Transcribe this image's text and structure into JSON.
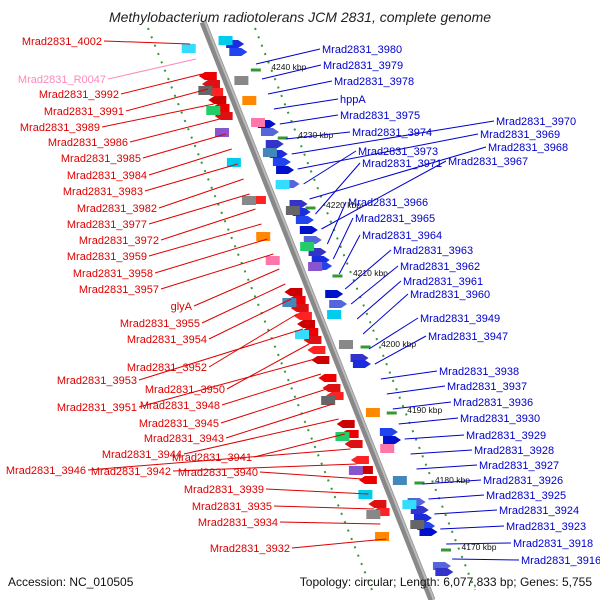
{
  "title": "Methylobacterium radiotolerans JCM 2831, complete genome",
  "footer": {
    "accession": "Accession: NC_010505",
    "summary": "Topology: circular; Length: 6,077,833 bp; Genes: 5,755"
  },
  "colors": {
    "forward_label": "#0000cc",
    "reverse_label": "#dd0000",
    "rna_label": "#ff88bb",
    "strand_line": "#888888",
    "ruler": "#339933"
  },
  "ruler_ticks": [
    "4240 kbp",
    "4230 kbp",
    "4220 kbp",
    "4210 kbp",
    "4200 kbp",
    "4190 kbp",
    "4180 kbp",
    "4170 kbp"
  ],
  "left_labels": [
    "Mrad2831_4002",
    "Mrad2831_R0047",
    "Mrad2831_3992",
    "Mrad2831_3991",
    "Mrad2831_3989",
    "Mrad2831_3986",
    "Mrad2831_3985",
    "Mrad2831_3984",
    "Mrad2831_3983",
    "Mrad2831_3982",
    "Mrad2831_3977",
    "Mrad2831_3972",
    "Mrad2831_3959",
    "Mrad2831_3958",
    "Mrad2831_3957",
    "glyA",
    "Mrad2831_3955",
    "Mrad2831_3954",
    "Mrad2831_3952",
    "Mrad2831_3953",
    "Mrad2831_3950",
    "Mrad2831_3951",
    "Mrad2831_3948",
    "Mrad2831_3945",
    "Mrad2831_3943",
    "Mrad2831_3944",
    "Mrad2831_3941",
    "Mrad2831_3946",
    "Mrad2831_3942",
    "Mrad2831_3940",
    "Mrad2831_3939",
    "Mrad2831_3935",
    "Mrad2831_3934",
    "Mrad2831_3932"
  ],
  "right_labels": [
    "Mrad2831_3980",
    "Mrad2831_3979",
    "Mrad2831_3978",
    "hppA",
    "Mrad2831_3975",
    "Mrad2831_3974",
    "Mrad2831_3970",
    "Mrad2831_3969",
    "Mrad2831_3973",
    "Mrad2831_3968",
    "Mrad2831_3971",
    "Mrad2831_3967",
    "Mrad2831_3966",
    "Mrad2831_3965",
    "Mrad2831_3964",
    "Mrad2831_3963",
    "Mrad2831_3962",
    "Mrad2831_3961",
    "Mrad2831_3960",
    "Mrad2831_3949",
    "Mrad2831_3947",
    "Mrad2831_3938",
    "Mrad2831_3937",
    "Mrad2831_3936",
    "Mrad2831_3930",
    "Mrad2831_3929",
    "Mrad2831_3928",
    "Mrad2831_3927",
    "Mrad2831_3926",
    "Mrad2831_3925",
    "Mrad2831_3924",
    "Mrad2831_3923",
    "Mrad2831_3918",
    "Mrad2831_3916"
  ]
}
